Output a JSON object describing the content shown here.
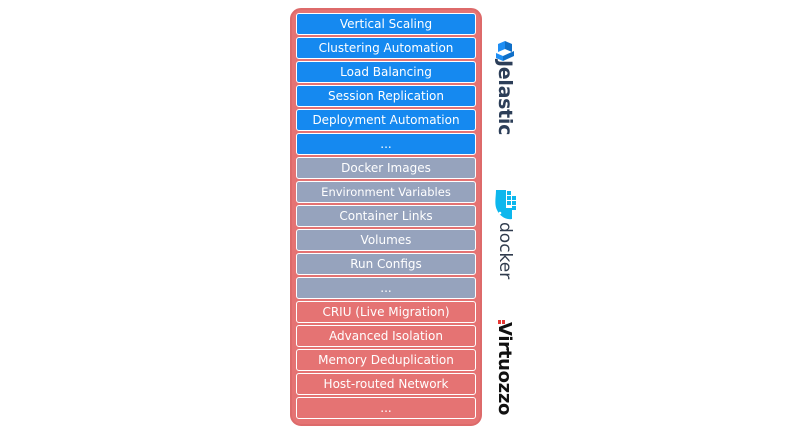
{
  "groups": {
    "jelastic": {
      "brand": "Jelastic",
      "color": "#1589f0",
      "items": [
        "Vertical Scaling",
        "Clustering Automation",
        "Load Balancing",
        "Session Replication",
        "Deployment Automation",
        "..."
      ]
    },
    "docker": {
      "brand": "docker",
      "color": "#96a3bd",
      "items": [
        "Docker Images",
        "Environment Variables",
        "Container Links",
        "Volumes",
        "Run Configs",
        "..."
      ]
    },
    "virtuozzo": {
      "brand": "Virtuozzo",
      "color": "#e57373",
      "items": [
        "CRIU (Live Migration)",
        "Advanced Isolation",
        "Memory Deduplication",
        "Host-routed Network",
        "..."
      ]
    }
  },
  "icons": {
    "jelastic": "jelastic-logo-icon",
    "docker": "docker-whale-icon",
    "virtuozzo": "virtuozzo-mark-icon"
  }
}
